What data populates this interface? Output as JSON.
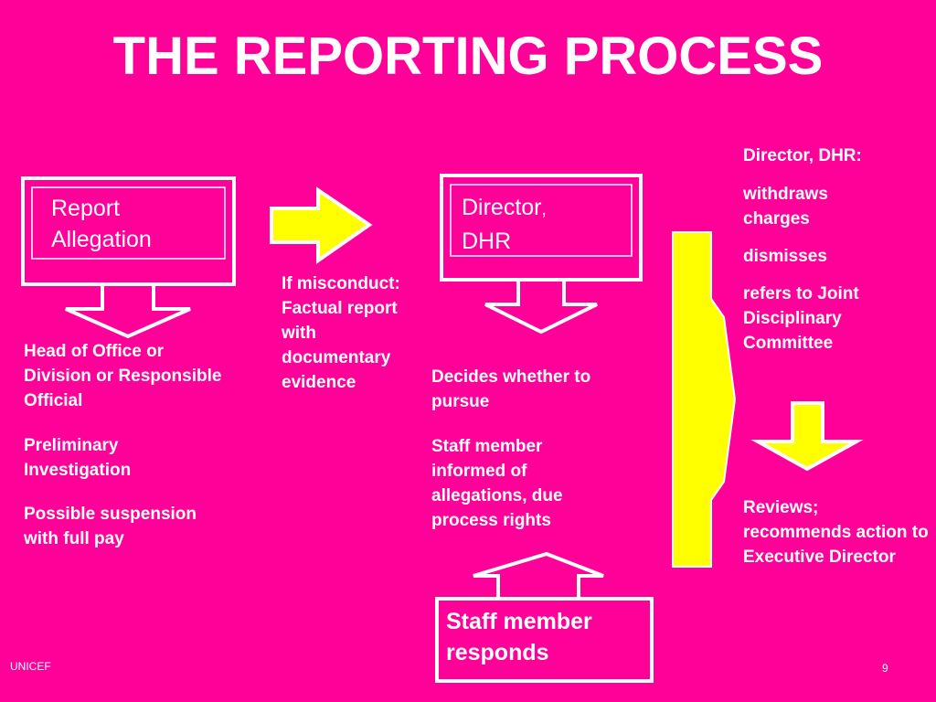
{
  "title": "THE REPORTING PROCESS",
  "colors": {
    "background": "#FF0099",
    "accent": "#FFFF00",
    "text": "#FFFFFF"
  },
  "boxes": {
    "report_allegation": {
      "line1": "Report",
      "line2": "Allegation"
    },
    "director_dhr": {
      "line1_main": "Director",
      "line1_comma": ",",
      "line2": "DHR"
    },
    "staff_responds": {
      "line1": "Staff member",
      "line2": "responds"
    }
  },
  "left_column": [
    "Head of Office or Division or Responsible Official",
    "Preliminary Investigation",
    "Possible suspension with full pay"
  ],
  "misconduct_note": "If misconduct: Factual report with documentary evidence",
  "middle_column": [
    "Decides whether to pursue",
    "Staff member informed of allegations, due process rights"
  ],
  "right_column": {
    "header": "Director, DHR:",
    "options": [
      "withdraws charges",
      "dismisses",
      "refers to Joint Disciplinary Committee"
    ],
    "jdc_result": "Reviews; recommends action to Executive Director"
  },
  "footer": {
    "org": "UNICEF",
    "page": "9"
  }
}
